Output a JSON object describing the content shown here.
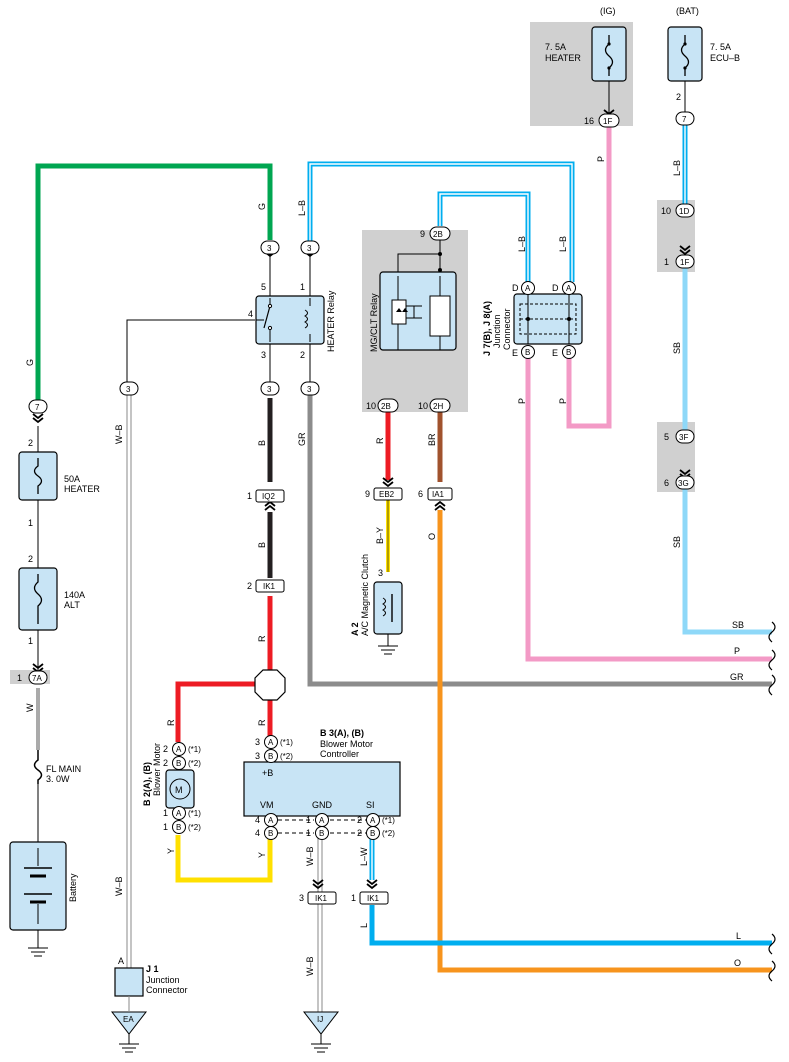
{
  "colors": {
    "green": "#00a651",
    "black": "#231f20",
    "red": "#ed1c24",
    "yellow": "#ffe000",
    "brown": "#a0522d",
    "orange": "#f7941d",
    "pink": "#f39ac6",
    "blue_lb": "#00aeef",
    "sky": "#8ed8f8",
    "gray": "#8c8c8c",
    "light_blue": "#c8e4f5",
    "white_wire": "#bbbbbb"
  },
  "fuses": {
    "ig_label": "(IG)",
    "ig_name": "7. 5A",
    "ig_name2": "HEATER",
    "ig_pin": "16",
    "ig_conn": "1F",
    "bat_label": "(BAT)",
    "bat_name": "7. 5A",
    "bat_name2": "ECU–B",
    "bat_pin": "2",
    "bat_conn": "7",
    "heater_name": "50A",
    "heater_name2": "HEATER",
    "heater_pin_top": "2",
    "heater_pin_bot": "1",
    "alt_name": "140A",
    "alt_name2": "ALT",
    "alt_pin_top": "2",
    "alt_pin_bot": "1",
    "flmain_name": "FL MAIN",
    "flmain_name2": "3. 0W"
  },
  "battery_label": "Battery",
  "relay": {
    "name": "HEATER Relay",
    "pin5": "5",
    "pin4": "4",
    "pin3": "3",
    "pin2": "2",
    "pin1": "1"
  },
  "mgclt": {
    "name": "MG/CLT Relay",
    "pin_top": "9",
    "conn_top": "2B",
    "pin_l": "10",
    "conn_l": "2B",
    "pin_r": "10",
    "conn_r": "2H"
  },
  "junction": {
    "name1": "J 7(B), J 8(A)",
    "name2": "Junction",
    "name3": "Connector",
    "pD": "D",
    "cA": "A",
    "pE": "E",
    "cB": "B"
  },
  "clutch": {
    "code": "A 2",
    "name": "A/C Magnetic Clutch",
    "pin": "3"
  },
  "motor": {
    "code": "B 2(A), (B)",
    "name": "Blower Motor",
    "m": "M",
    "p2": "2",
    "p1": "1",
    "cA": "A",
    "cB": "B",
    "n1": "(*1)",
    "n2": "(*2)"
  },
  "controller": {
    "code": "B 3(A), (B)",
    "name": "Blower Motor",
    "name2": "Controller",
    "plus_b": "+B",
    "vm": "VM",
    "gnd": "GND",
    "si": "SI",
    "p3": "3",
    "p4": "4",
    "p1": "1",
    "p2": "2",
    "cA": "A",
    "cB": "B",
    "n1": "(*1)",
    "n2": "(*2)"
  },
  "j1": {
    "code": "J 1",
    "name": "Junction",
    "name2": "Connector",
    "pin": "A",
    "ground": "EA"
  },
  "ij_ground": "IJ",
  "wire_labels": {
    "G": "G",
    "LB": "L–B",
    "B": "B",
    "R": "R",
    "GR": "GR",
    "BR": "BR",
    "BY": "B–Y",
    "O": "O",
    "P": "P",
    "SB": "SB",
    "W": "W",
    "WB": "W–B",
    "Y": "Y",
    "LW": "L–W",
    "L": "L"
  },
  "connectors": {
    "c3": "3",
    "c7": "7",
    "c7A": "7A",
    "IQ2": "IQ2",
    "IK1": "IK1",
    "EB2": "EB2",
    "IA1": "IA1",
    "c1D": "1D",
    "c1F": "1F",
    "c3F": "3F",
    "c3G": "3G",
    "n1": "1",
    "n2": "2",
    "n3": "3",
    "n4": "4",
    "n5": "5",
    "n6": "6",
    "n9": "9",
    "n10": "10"
  },
  "right_edge_labels": [
    "SB",
    "P",
    "GR",
    "L",
    "O"
  ]
}
